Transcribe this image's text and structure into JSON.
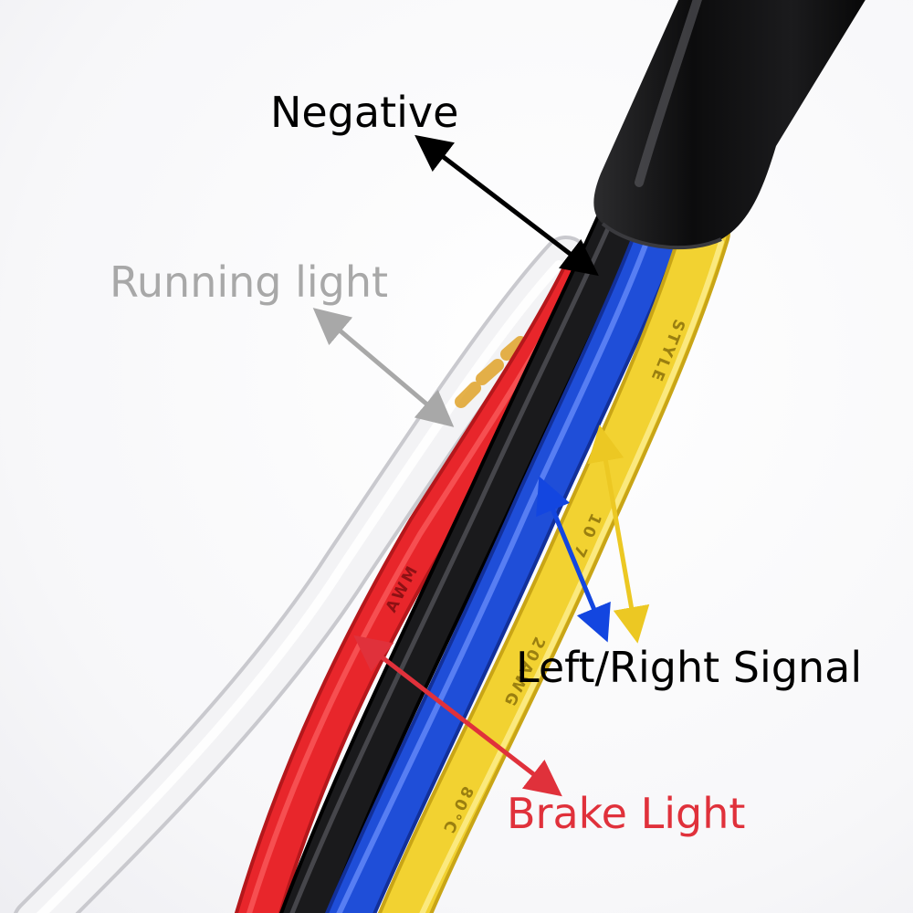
{
  "labels": {
    "negative": "Negative",
    "running_light": "Running light",
    "left_right_signal": "Left/Right Signal",
    "brake_light": "Brake Light"
  },
  "wire_prints": {
    "yellow_upper": "STYLE",
    "yellow_middle": "10 7",
    "yellow_lower": "20AWG",
    "yellow_bottom": "80°C",
    "red_print": "AWM"
  },
  "colors": {
    "negative": "#000000",
    "running_light": "#a8a8a8",
    "left_right_signal": "#1346e0",
    "signal_yellow": "#ecc823",
    "brake_light": "#e0313b",
    "sheath": "#111111",
    "wire_white": "#f2f2f4",
    "wire_red": "#e8262b",
    "wire_black": "#1a1a1c",
    "wire_blue": "#1f4ed8",
    "wire_yellow": "#f2d231"
  }
}
